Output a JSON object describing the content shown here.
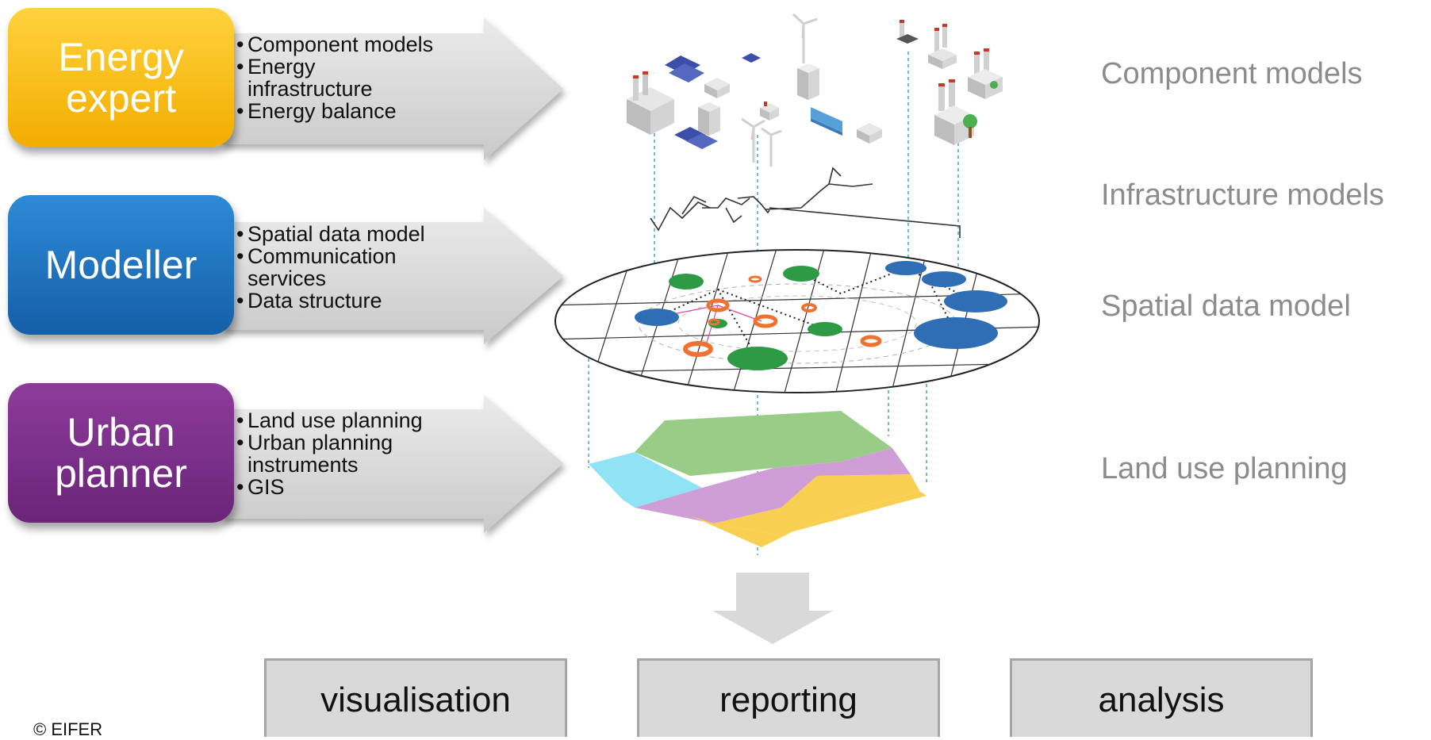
{
  "roles": [
    {
      "name": "Energy\nexpert",
      "color": "#f5b800",
      "bullets": [
        [
          "Component models"
        ],
        [
          "Energy",
          "infrastructure"
        ],
        [
          "Energy balance"
        ]
      ]
    },
    {
      "name": "Modeller",
      "color": "#1c74c0",
      "bullets": [
        [
          "Spatial data model"
        ],
        [
          "Communication",
          "services"
        ],
        [
          "Data structure"
        ]
      ]
    },
    {
      "name": "Urban\nplanner",
      "color": "#7b2f88",
      "bullets": [
        [
          "Land use planning"
        ],
        [
          "Urban planning",
          "instruments"
        ],
        [
          "GIS"
        ]
      ]
    }
  ],
  "bullet_char": "•",
  "layers": [
    "Component models",
    "Infrastructure models",
    "Spatial data model",
    "Land use planning"
  ],
  "outputs": [
    "visualisation",
    "reporting",
    "analysis"
  ],
  "copyright": "© EIFER",
  "colors": {
    "arrow_fill": "#d6d6d6",
    "label_grey": "#8c8c8c",
    "green": "#2e9a46",
    "blue": "#2f6db5",
    "orange": "#ee7332",
    "land_green": "#99cd87",
    "land_cyan": "#8fe3f5",
    "land_pink": "#cf9ed6",
    "land_yellow": "#f9cf52"
  }
}
